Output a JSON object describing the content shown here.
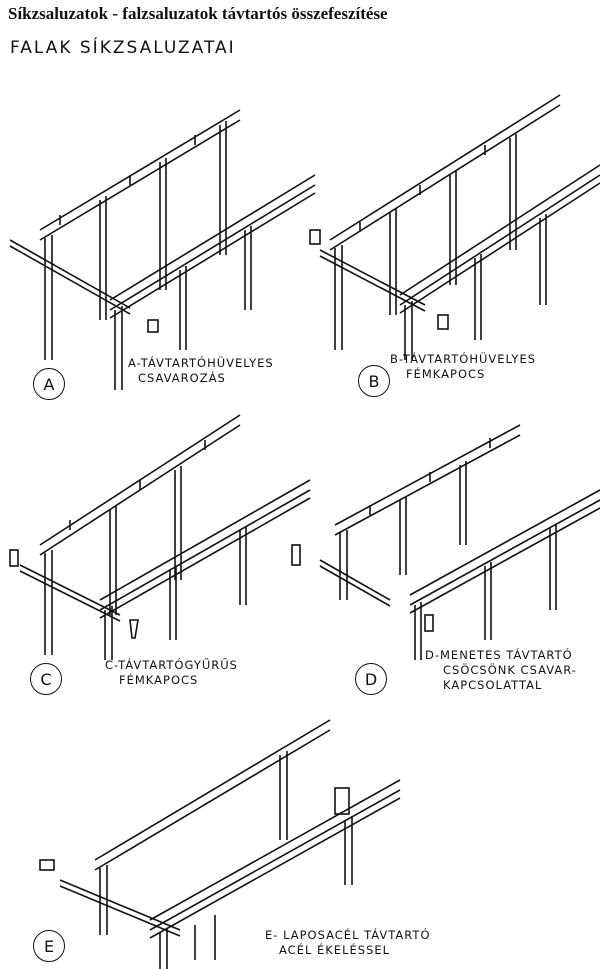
{
  "page": {
    "title": "Síkzsaluzatok - falzsaluzatok távtartós összefeszítése",
    "subtitle": "FALAK SÍKZSALUZATAI"
  },
  "panels": {
    "a": {
      "letter": "A",
      "caption_line1": "A-TÁVTARTÓHÜVELYES",
      "caption_line2": "CSAVAROZÁS"
    },
    "b": {
      "letter": "B",
      "caption_line1": "B-TÁVTARTÓHÜVELYES",
      "caption_line2": "FÉMKAPOCS"
    },
    "c": {
      "letter": "C",
      "caption_line1": "C-TÁVTARTÓGYŰRŰS",
      "caption_line2": "FÉMKAPOCS"
    },
    "d": {
      "letter": "D",
      "caption_line1": "D-MENETES TÁVTARTÓ",
      "caption_line2": "CSÖCSÖNK CSAVAR-",
      "caption_line3": "KAPCSOLATTAL"
    },
    "e": {
      "letter": "E",
      "caption_line1": "E- LAPOSACÉL TÁVTARTÓ",
      "caption_line2": "ACÉL ÉKELÉSSEL"
    }
  }
}
